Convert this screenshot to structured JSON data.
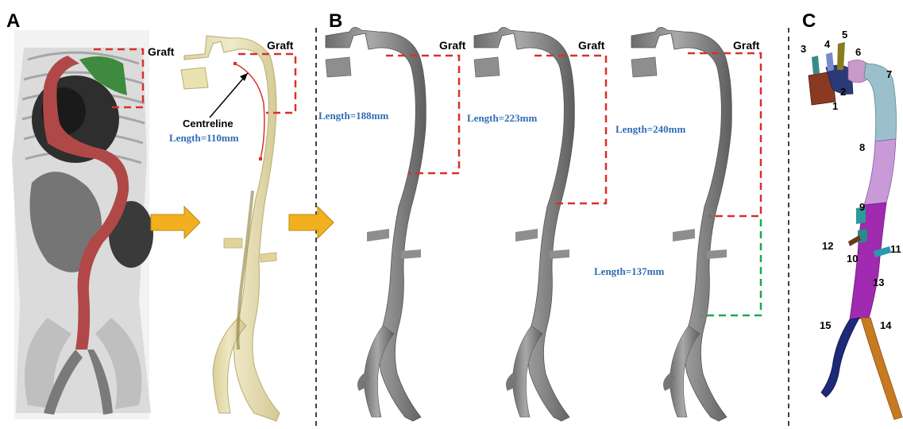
{
  "panels": {
    "a": {
      "letter": "A",
      "graft_label": "Graft",
      "graft_label_2": "Graft",
      "centreline_label": "Centreline",
      "length": "Length=110mm"
    },
    "b": {
      "letter": "B",
      "graft_label": "Graft",
      "length_1": "Length=188mm",
      "length_2": "Length=223mm",
      "length_3": "Length=240mm",
      "length_4": "Length=137mm"
    },
    "c": {
      "letter": "C",
      "segments": [
        "1",
        "2",
        "3",
        "4",
        "5",
        "6",
        "7",
        "8",
        "9",
        "10",
        "11",
        "12",
        "13",
        "14",
        "15"
      ]
    }
  },
  "colors": {
    "graft_box": "#d9302a",
    "extension_box": "#1fa84c",
    "arrow": "#f2b01e",
    "length_text": "#2f6db5",
    "aorta_grey": "#8a8a8a",
    "translucent": "#e6dba6"
  }
}
